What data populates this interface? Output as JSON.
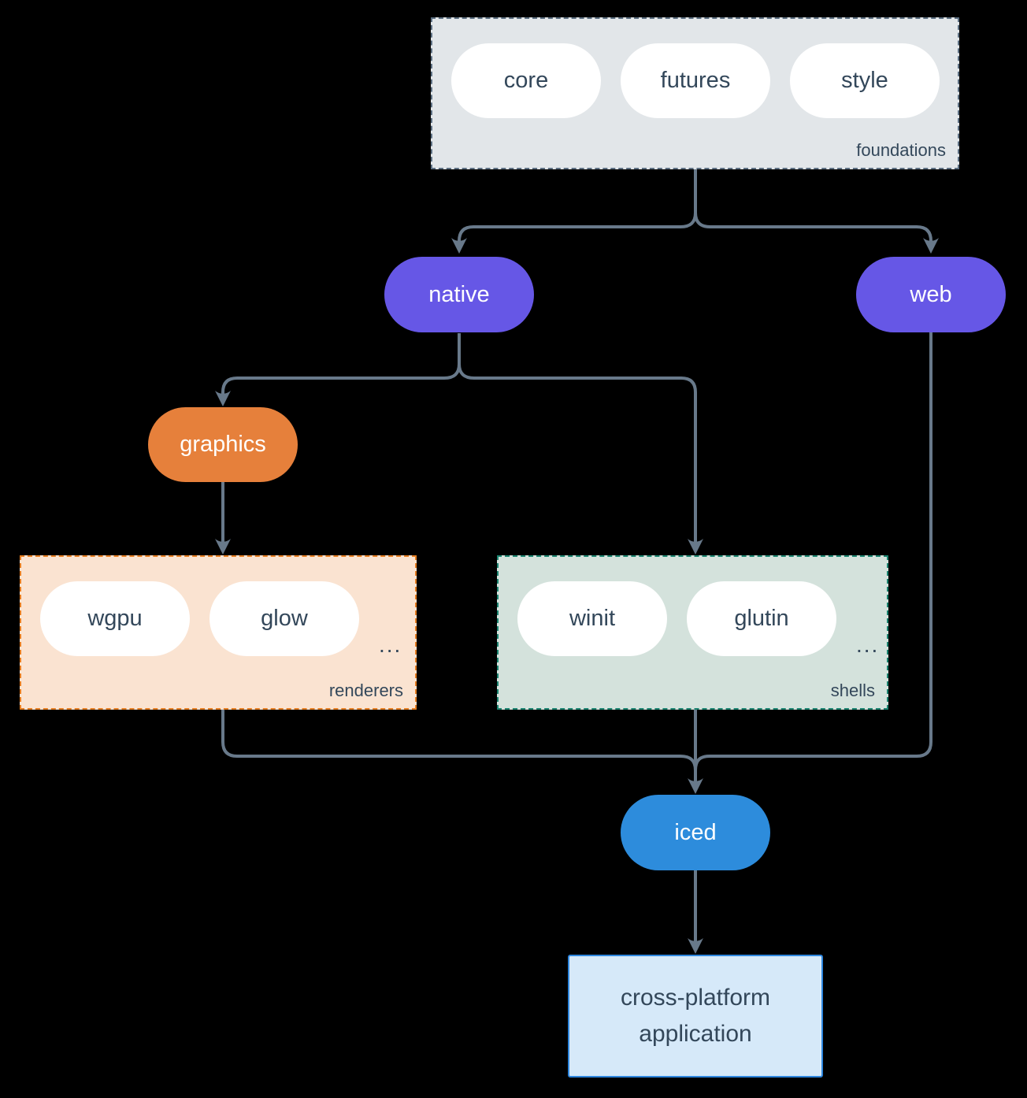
{
  "colors": {
    "background": "#000000",
    "line": "#68798a",
    "text_dark": "#33475a",
    "pill_white": "#ffffff",
    "purple": "#6657e6",
    "orange": "#e6803b",
    "blue": "#2d8cdc",
    "foundations_fill": "#e2e6e9",
    "foundations_border": "#5c6f82",
    "renderers_fill": "#fae3d1",
    "renderers_border": "#e67e22",
    "shells_fill": "#d4e2dc",
    "shells_border": "#1b8470",
    "app_fill": "#d6e9f9",
    "app_border": "#2e86de"
  },
  "groups": {
    "foundations": {
      "label": "foundations",
      "pills": [
        "core",
        "futures",
        "style"
      ]
    },
    "renderers": {
      "label": "renderers",
      "pills": [
        "wgpu",
        "glow"
      ],
      "ellipsis": "..."
    },
    "shells": {
      "label": "shells",
      "pills": [
        "winit",
        "glutin"
      ],
      "ellipsis": "..."
    }
  },
  "nodes": {
    "native": "native",
    "web": "web",
    "graphics": "graphics",
    "iced": "iced",
    "application": "cross-platform application"
  }
}
